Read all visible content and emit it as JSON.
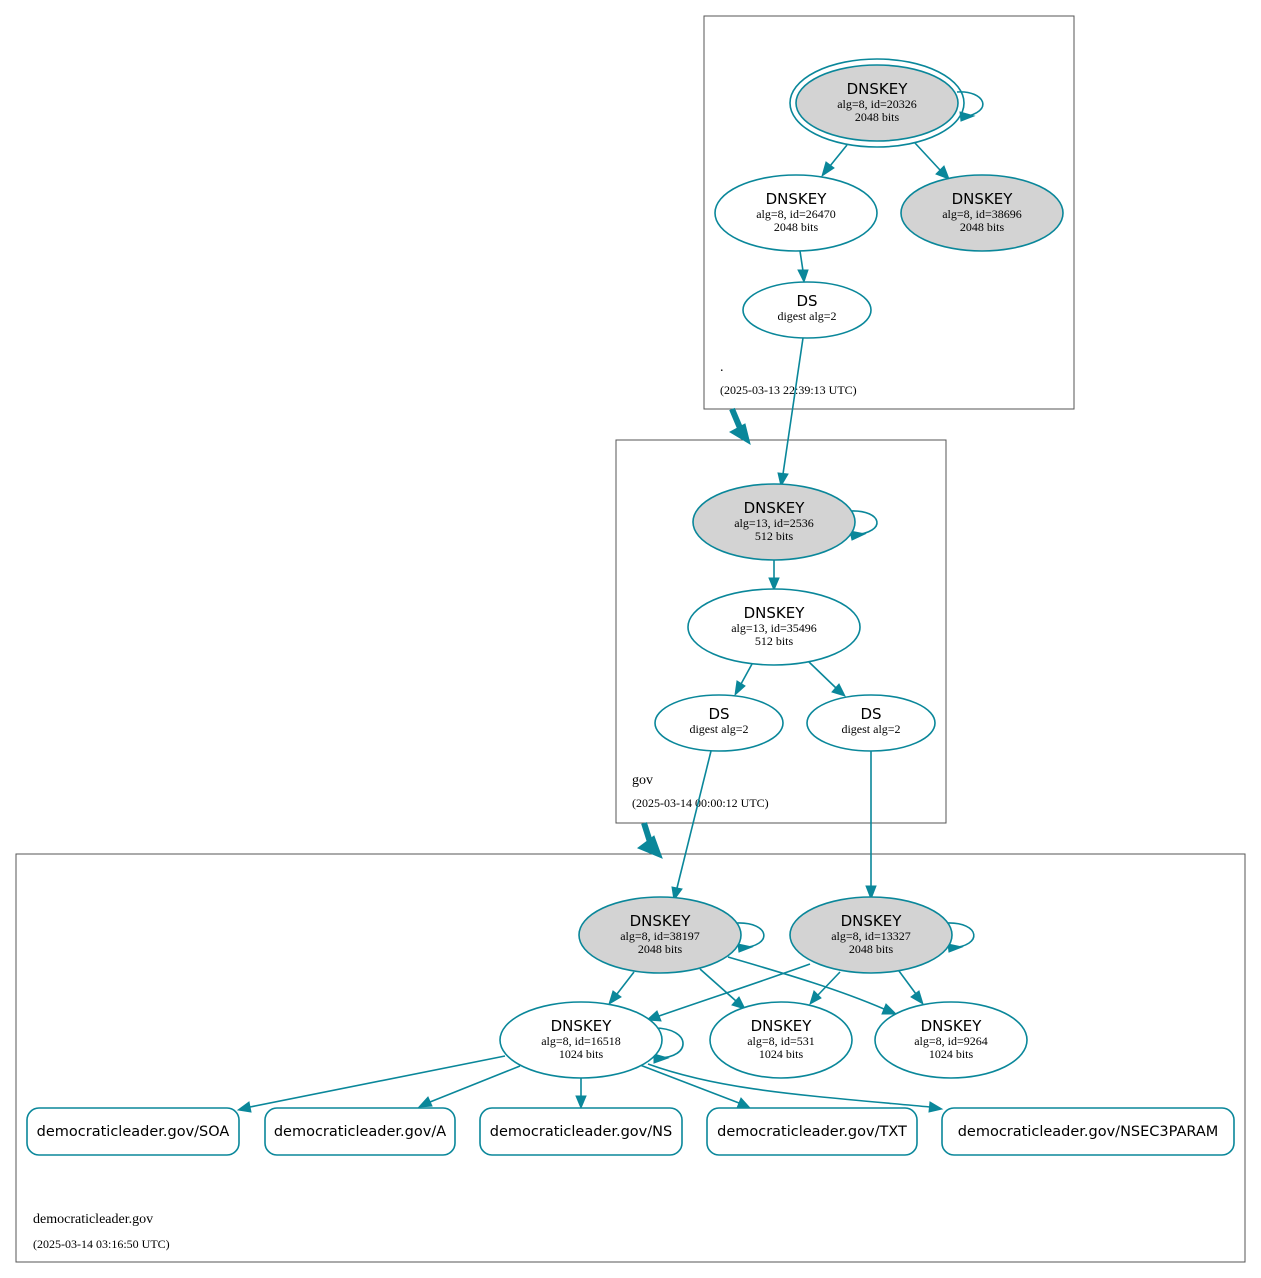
{
  "colors": {
    "edge": "#0a879a",
    "ksk_fill": "#d3d3d3",
    "zsk_fill": "#ffffff",
    "zone_border": "#555555"
  },
  "zones": {
    "root": {
      "name": ".",
      "timestamp": "(2025-03-13 22:39:13 UTC)"
    },
    "gov": {
      "name": "gov",
      "timestamp": "(2025-03-14 00:00:12 UTC)"
    },
    "democraticleader": {
      "name": "democraticleader.gov",
      "timestamp": "(2025-03-14 03:16:50 UTC)"
    }
  },
  "nodes": {
    "root_ksk": {
      "title": "DNSKEY",
      "line1": "alg=8, id=20326",
      "line2": "2048 bits"
    },
    "root_zsk": {
      "title": "DNSKEY",
      "line1": "alg=8, id=26470",
      "line2": "2048 bits"
    },
    "root_ksk2": {
      "title": "DNSKEY",
      "line1": "alg=8, id=38696",
      "line2": "2048 bits"
    },
    "root_ds": {
      "title": "DS",
      "line1": "digest alg=2"
    },
    "gov_ksk": {
      "title": "DNSKEY",
      "line1": "alg=13, id=2536",
      "line2": "512 bits"
    },
    "gov_zsk": {
      "title": "DNSKEY",
      "line1": "alg=13, id=35496",
      "line2": "512 bits"
    },
    "gov_ds1": {
      "title": "DS",
      "line1": "digest alg=2"
    },
    "gov_ds2": {
      "title": "DS",
      "line1": "digest alg=2"
    },
    "dl_ksk1": {
      "title": "DNSKEY",
      "line1": "alg=8, id=38197",
      "line2": "2048 bits"
    },
    "dl_ksk2": {
      "title": "DNSKEY",
      "line1": "alg=8, id=13327",
      "line2": "2048 bits"
    },
    "dl_zsk1": {
      "title": "DNSKEY",
      "line1": "alg=8, id=16518",
      "line2": "1024 bits"
    },
    "dl_zsk2": {
      "title": "DNSKEY",
      "line1": "alg=8, id=531",
      "line2": "1024 bits"
    },
    "dl_zsk3": {
      "title": "DNSKEY",
      "line1": "alg=8, id=9264",
      "line2": "1024 bits"
    }
  },
  "records": {
    "soa": "democraticleader.gov/SOA",
    "a": "democraticleader.gov/A",
    "ns": "democraticleader.gov/NS",
    "txt": "democraticleader.gov/TXT",
    "nsec3param": "democraticleader.gov/NSEC3PARAM"
  }
}
